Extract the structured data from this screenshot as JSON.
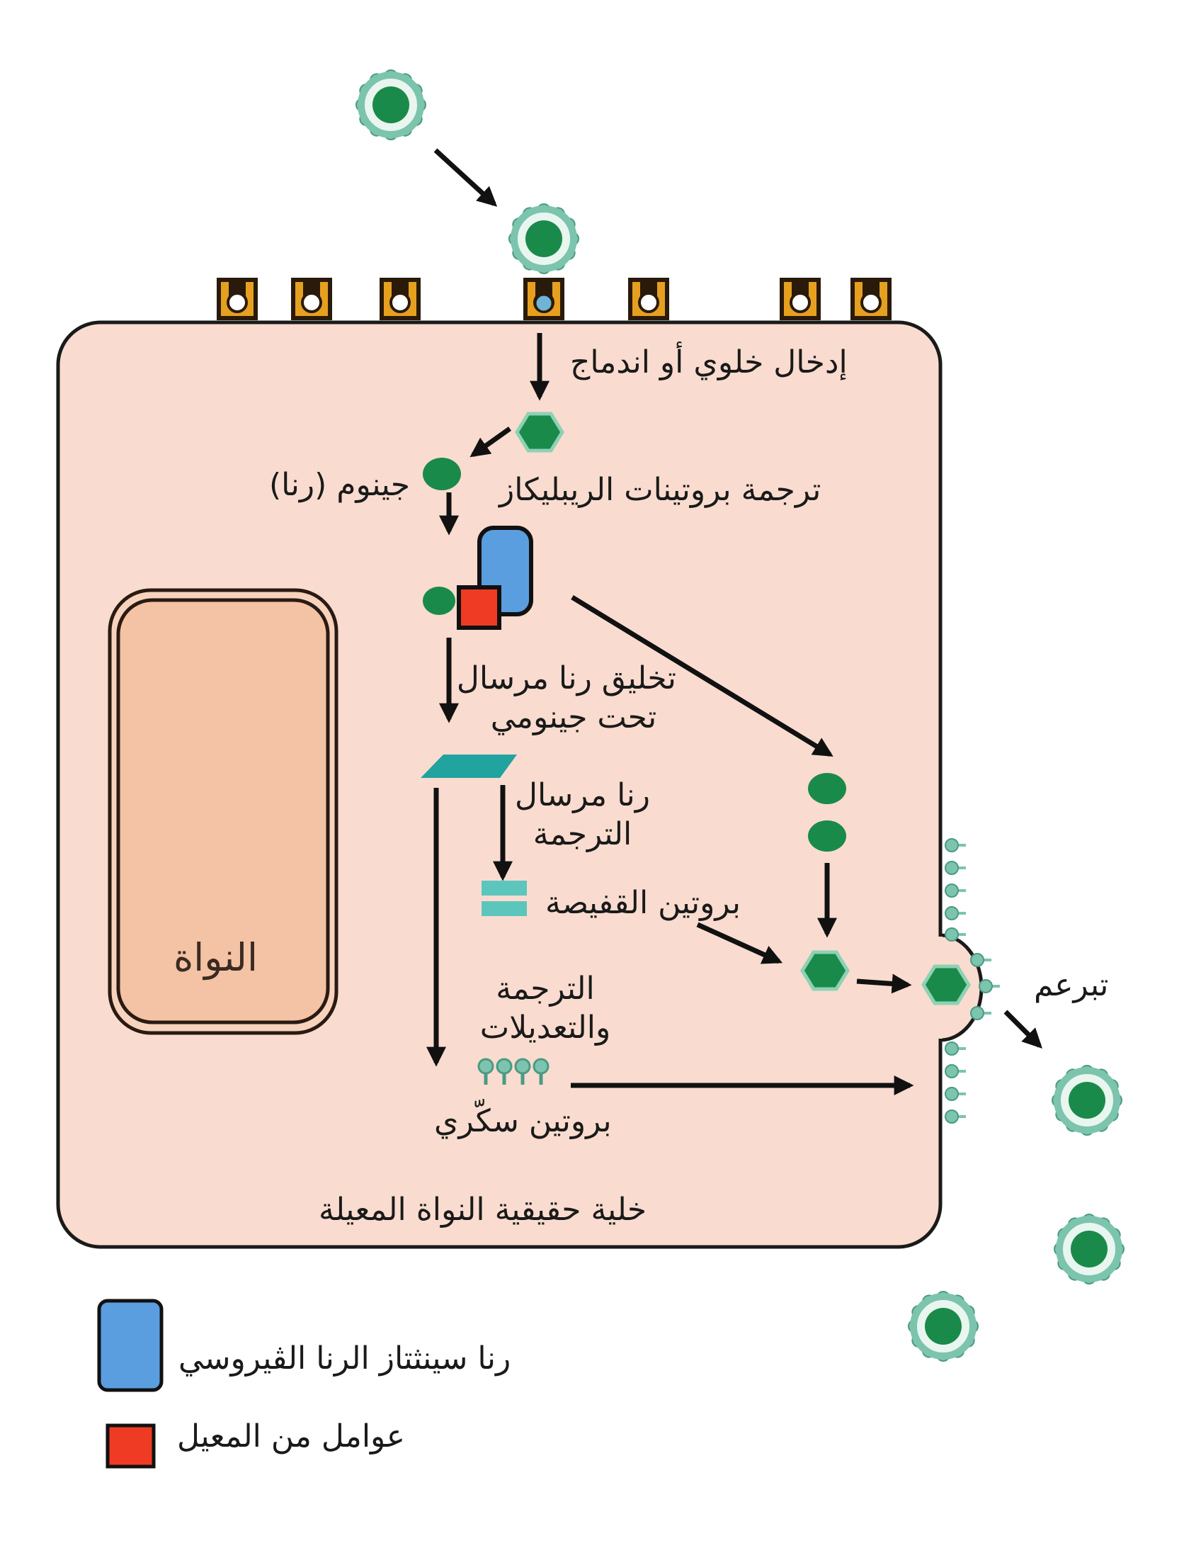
{
  "labels": {
    "entry": "إدخال خلوي أو اندماج",
    "translation_replicase": "ترجمة بروتينات الريبليكاز",
    "genome_rna": "جينوم (رنا)",
    "subgenomic_line1": "تخليق رنا مرسال",
    "subgenomic_line2": "تحت جينومي",
    "mrna_line1": "رنا مرسال",
    "mrna_line2": "الترجمة",
    "capsid_protein": "بروتين القفيصة",
    "translation_mod_line1": "الترجمة",
    "translation_mod_line2": "والتعديلات",
    "glycoprotein": "بروتين سكّري",
    "budding": "تبرعم",
    "nucleus": "النواة",
    "host_cell": "خلية حقيقية النواة المعيلة"
  },
  "legend": [
    {
      "label": "رنا سينثتاز الرنا الڤيروسي",
      "color": "#5b9ee0"
    },
    {
      "label": "عوامل من المعيل",
      "color": "#ef3b24"
    }
  ],
  "colors": {
    "cell_fill": "#f9dccf",
    "nucleus_fill": "#f4c2a4",
    "virus_core": "#1a8a4a",
    "virus_spike": "#7cc4ad",
    "receptor": "#e6a020",
    "mrna": "#21a3a0",
    "capsid": "#5cc6bd"
  }
}
